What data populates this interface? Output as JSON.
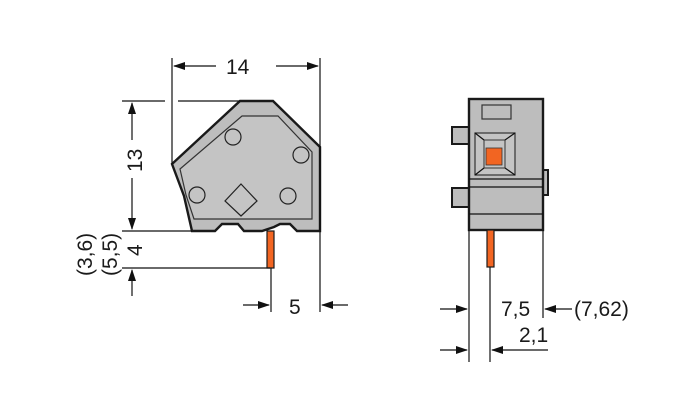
{
  "diagram": {
    "type": "technical-drawing",
    "subject": "PCB terminal block, side and front views",
    "colors": {
      "housing": "#bdbdbd",
      "outline": "#1a1a1a",
      "pin": "#f26522",
      "actuator": "#f26522",
      "background": "#ffffff"
    },
    "side_view": {
      "width_label": "14",
      "height_label": "13",
      "pin_length_label": "4",
      "pin_length_alt_1": "(3,6)",
      "pin_length_alt_2": "(5,5)",
      "pin_offset_label": "5"
    },
    "front_view": {
      "pitch_label": "7,5",
      "pitch_alt_label": "(7,62)",
      "offset_label": "2,1"
    }
  }
}
